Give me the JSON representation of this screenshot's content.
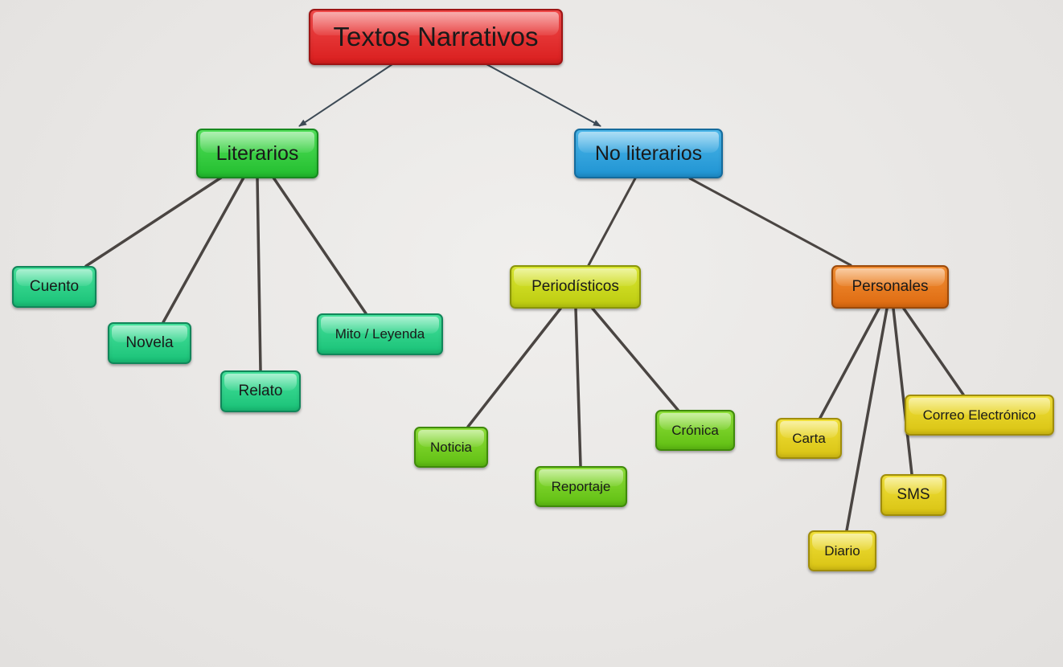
{
  "diagram": {
    "root": {
      "id": "root",
      "label": "Textos Narrativos"
    },
    "categories": [
      {
        "id": "literarios",
        "label": "Literarios"
      },
      {
        "id": "no_literarios",
        "label": "No literarios"
      }
    ],
    "subcategories": [
      {
        "id": "periodisticos",
        "label": "Periodísticos"
      },
      {
        "id": "personales",
        "label": "Personales"
      }
    ],
    "leaves": [
      {
        "id": "cuento",
        "label": "Cuento"
      },
      {
        "id": "novela",
        "label": "Novela"
      },
      {
        "id": "relato",
        "label": "Relato"
      },
      {
        "id": "mito",
        "label": "Mito / Leyenda"
      },
      {
        "id": "noticia",
        "label": "Noticia"
      },
      {
        "id": "reportaje",
        "label": "Reportaje"
      },
      {
        "id": "cronica",
        "label": "Crónica"
      },
      {
        "id": "carta",
        "label": "Carta"
      },
      {
        "id": "diario",
        "label": "Diario"
      },
      {
        "id": "sms",
        "label": "SMS"
      },
      {
        "id": "correo",
        "label": "Correo Electrónico"
      }
    ],
    "edges": [
      {
        "from": "root",
        "to": "literarios",
        "arrow": true
      },
      {
        "from": "root",
        "to": "no_literarios",
        "arrow": true
      },
      {
        "from": "literarios",
        "to": "cuento",
        "arrow": false
      },
      {
        "from": "literarios",
        "to": "novela",
        "arrow": false
      },
      {
        "from": "literarios",
        "to": "relato",
        "arrow": false
      },
      {
        "from": "literarios",
        "to": "mito",
        "arrow": false
      },
      {
        "from": "no_literarios",
        "to": "periodisticos",
        "arrow": false
      },
      {
        "from": "no_literarios",
        "to": "personales",
        "arrow": false
      },
      {
        "from": "periodisticos",
        "to": "noticia",
        "arrow": false
      },
      {
        "from": "periodisticos",
        "to": "reportaje",
        "arrow": false
      },
      {
        "from": "periodisticos",
        "to": "cronica",
        "arrow": false
      },
      {
        "from": "personales",
        "to": "carta",
        "arrow": false
      },
      {
        "from": "personales",
        "to": "diario",
        "arrow": false
      },
      {
        "from": "personales",
        "to": "sms",
        "arrow": false
      },
      {
        "from": "personales",
        "to": "correo",
        "arrow": false
      }
    ],
    "colors": {
      "root": "#e02a2a",
      "literarios": "#2ecb38",
      "no_literarios": "#2aa3dd",
      "literary_leaves": "#22cc82",
      "periodisticos": "#c8d61c",
      "periodistic_leaves": "#6fcc1c",
      "personales": "#e57a20",
      "personal_leaves": "#e2cd1f",
      "edge": "#4a4542",
      "arrow_edge": "#3d4a55"
    }
  }
}
